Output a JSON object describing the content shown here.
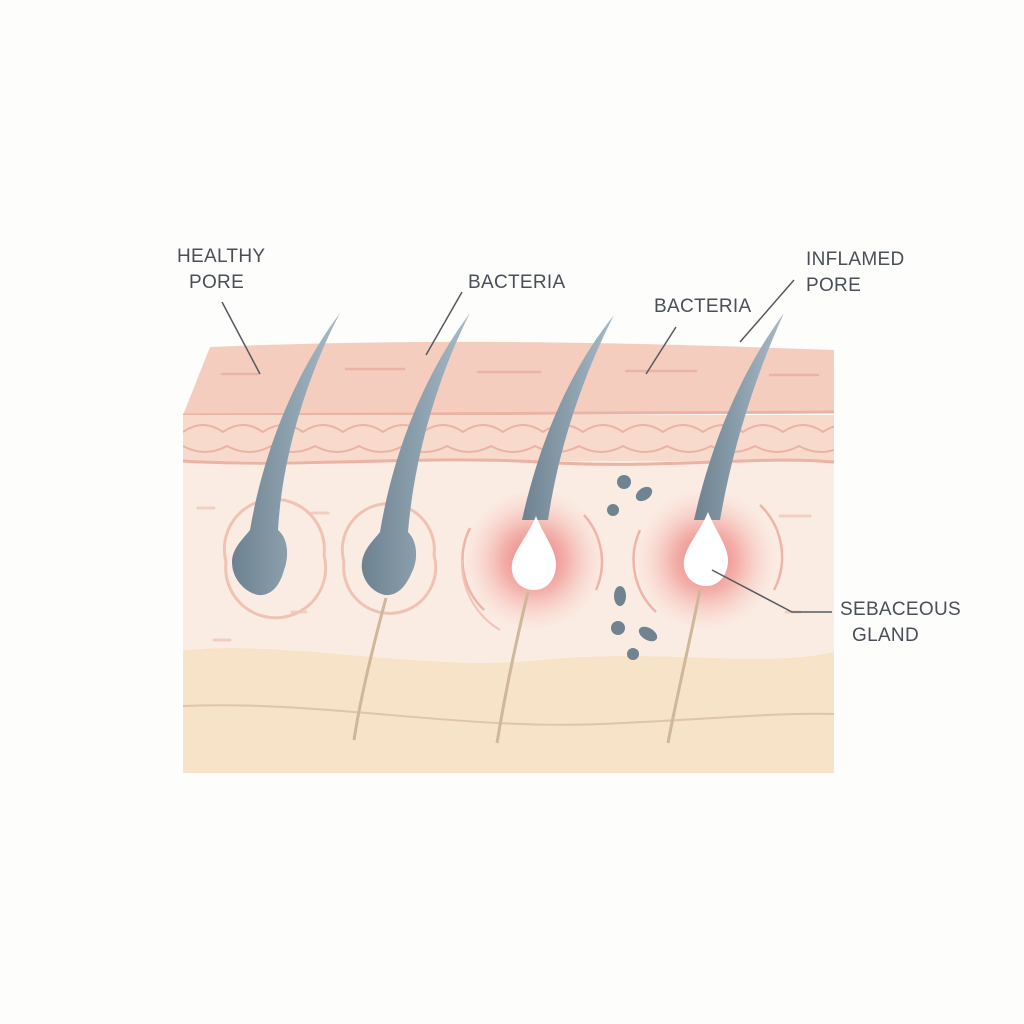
{
  "labels": {
    "healthy_pore": [
      "HEALTHY",
      "PORE"
    ],
    "bacteria_left": "BACTERIA",
    "bacteria_right": "BACTERIA",
    "inflamed_pore": [
      "INFLAMED",
      "PORE"
    ],
    "sebaceous_gland": [
      "SEBACEOUS",
      "GLAND"
    ]
  },
  "colors": {
    "epidermis": "#f5cdbf",
    "epidermis_line": "#eab3a3",
    "dermis": "#fbece3",
    "subcutis": "#f6e3c8",
    "hair": "#7f93a2",
    "hair_light": "#a9bbc7",
    "inflammation": "#e8676a",
    "bacteria": "#6f8391",
    "leader_line": "#55595f",
    "text": "#4a4f57"
  }
}
